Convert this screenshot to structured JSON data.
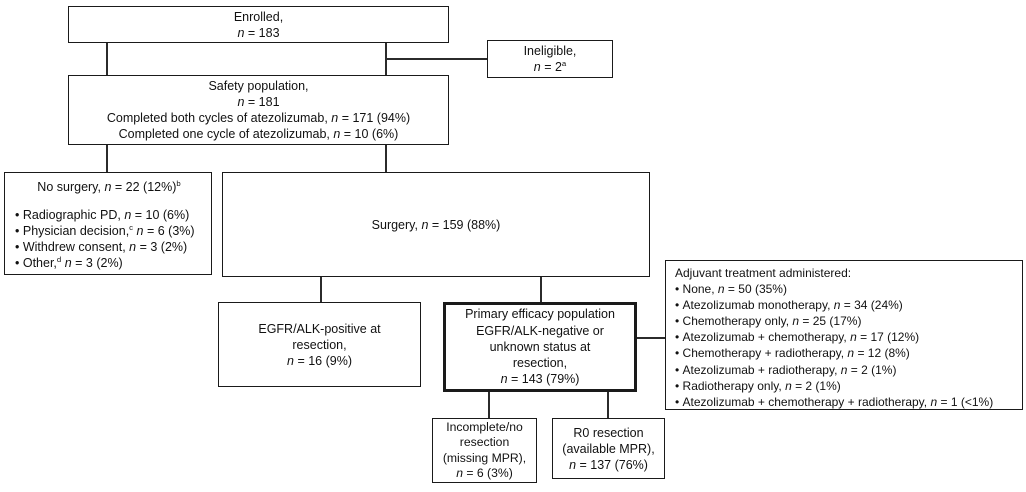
{
  "figure_type": "consort-flow-diagram",
  "colors": {
    "border": "#1a1a1a",
    "connector": "#2b2b2b",
    "background": "#ffffff",
    "text": "#111111"
  },
  "boxes": {
    "enrolled": {
      "lines": [
        "Enrolled,",
        "*n* = 183"
      ]
    },
    "ineligible": {
      "lines": [
        "Ineligible,",
        "*n* = 2^a^"
      ]
    },
    "safety": {
      "lines": [
        "Safety population,",
        "*n* = 181",
        "Completed both cycles of atezolizumab, *n* = 171 (94%)",
        "Completed one cycle of atezolizumab, *n* = 10 (6%)"
      ]
    },
    "no_surgery": {
      "title": "No surgery, *n* = 22 (12%)^b^",
      "bullets": [
        "Radiographic PD, *n* = 10 (6%)",
        "Physician decision,^c^ *n* = 6 (3%)",
        "Withdrew consent, *n* = 3 (2%)",
        "Other,^d^ *n* = 3 (2%)"
      ]
    },
    "surgery": {
      "lines": [
        "Surgery, *n* = 159 (88%)"
      ]
    },
    "egfr_positive": {
      "lines": [
        "EGFR/ALK-positive at",
        "resection,",
        "*n* = 16 (9%)"
      ]
    },
    "primary_efficacy": {
      "lines": [
        "Primary efficacy population",
        "EGFR/ALK-negative or",
        "unknown status at",
        "resection,",
        "*n* = 143 (79%)"
      ]
    },
    "adjuvant": {
      "title": "Adjuvant treatment administered:",
      "bullets": [
        "None, *n* = 50 (35%)",
        "Atezolizumab monotherapy, *n* = 34 (24%)",
        "Chemotherapy only, *n* = 25 (17%)",
        "Atezolizumab + chemotherapy, *n* = 17 (12%)",
        "Chemotherapy + radiotherapy, *n* = 12 (8%)",
        "Atezolizumab + radiotherapy, *n* = 2 (1%)",
        "Radiotherapy only, *n* = 2 (1%)",
        "Atezolizumab + chemotherapy + radiotherapy, *n* = 1 (<1%)"
      ]
    },
    "incomplete_resection": {
      "lines": [
        "Incomplete/no",
        "resection",
        "(missing MPR),",
        "*n* = 6 (3%)"
      ]
    },
    "r0_resection": {
      "lines": [
        "R0 resection",
        "(available MPR),",
        "*n* = 137 (76%)"
      ]
    }
  }
}
